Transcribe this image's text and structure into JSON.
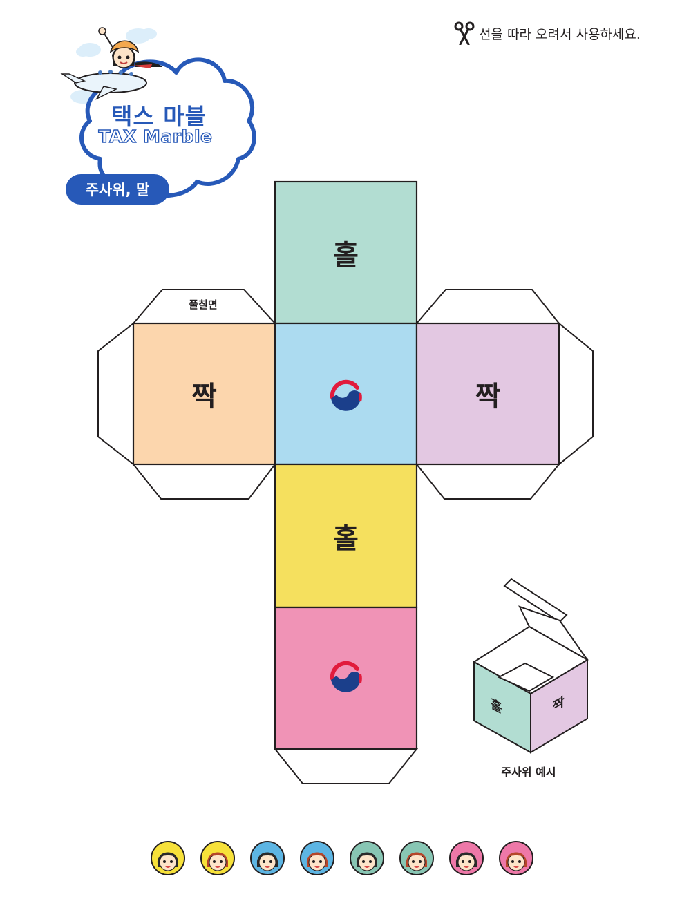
{
  "header": {
    "instruction": "선을 따라 오려서 사용하세요.",
    "title_korean": "택스 마블",
    "title_english": "TAX Marble",
    "section_label": "주사위, 말"
  },
  "dice": {
    "glue_label": "풀칠면",
    "faces": {
      "top": "홀",
      "left": "짝",
      "right": "짝",
      "lower": "홀"
    },
    "colors": {
      "top": "#b2ddd2",
      "left": "#fcd6ad",
      "center": "#acdbf0",
      "right": "#e3c8e2",
      "lower": "#f5e05e",
      "bottom": "#f093b6"
    }
  },
  "example": {
    "label": "주사위 예시",
    "left_face": "홀",
    "right_face": "짝"
  },
  "tokens": [
    {
      "color": "#f7e13a"
    },
    {
      "color": "#f7e13a"
    },
    {
      "color": "#5db5e3"
    },
    {
      "color": "#5db5e3"
    },
    {
      "color": "#88c6b4"
    },
    {
      "color": "#88c6b4"
    },
    {
      "color": "#ee78a8"
    },
    {
      "color": "#ee78a8"
    }
  ],
  "icons": {
    "instruction": "scissors-icon",
    "emblem": "taegeuk-emblem-icon",
    "mascot": "mascot-airplane-icon"
  }
}
